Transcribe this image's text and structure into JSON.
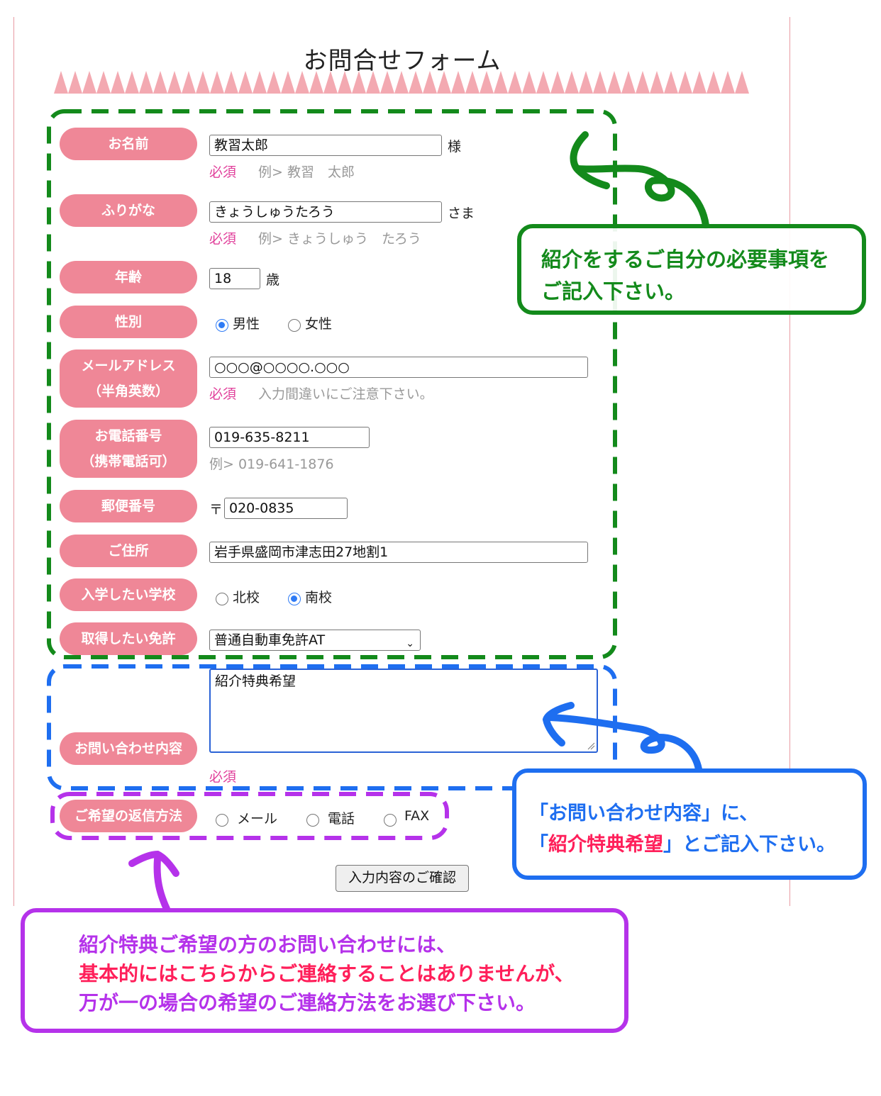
{
  "title": "お問合せフォーム",
  "fields": {
    "name": {
      "label": "お名前",
      "value": "教習太郎",
      "suffix": "様",
      "required": "必須",
      "example": "例> 教習　太郎"
    },
    "kana": {
      "label": "ふりがな",
      "value": "きょうしゅうたろう",
      "suffix": "さま",
      "required": "必須",
      "example": "例> きょうしゅう　たろう"
    },
    "age": {
      "label": "年齢",
      "value": "18",
      "suffix": "歳"
    },
    "gender": {
      "label": "性別",
      "options": [
        "男性",
        "女性"
      ],
      "selected": "男性"
    },
    "email": {
      "label_line1": "メールアドレス",
      "label_line2": "（半角英数）",
      "value": "○○○@○○○○.○○○",
      "required": "必須",
      "note": "入力間違いにご注意下さい。"
    },
    "phone": {
      "label_line1": "お電話番号",
      "label_line2": "（携帯電話可）",
      "value": "019-635-8211",
      "example": "例> 019-641-1876"
    },
    "postal": {
      "label": "郵便番号",
      "prefix": "〒",
      "value": "020-0835"
    },
    "address": {
      "label": "ご住所",
      "value": "岩手県盛岡市津志田27地割1"
    },
    "school": {
      "label": "入学したい学校",
      "options": [
        "北校",
        "南校"
      ],
      "selected": "南校"
    },
    "license": {
      "label": "取得したい免許",
      "value": "普通自動車免許AT"
    },
    "inquiry": {
      "label": "お問い合わせ内容",
      "value": "紹介特典希望",
      "required": "必須"
    },
    "reply": {
      "label": "ご希望の返信方法",
      "options": [
        "メール",
        "電話",
        "FAX"
      ],
      "selected": ""
    }
  },
  "confirm_button": "入力内容のご確認",
  "callouts": {
    "green": {
      "line1": "紹介をするご自分の必要事項を",
      "line2": "ご記入下さい。"
    },
    "blue": {
      "line1": "「お問い合わせ内容」に、",
      "line2_a": "「",
      "line2_b": "紹介特典希望",
      "line2_c": "」とご記入下さい。"
    },
    "purple": {
      "line1": "紹介特典ご希望の方のお問い合わせには、",
      "line2": "基本的にはこちらからご連絡することはありませんが、",
      "line3": "万が一の場合の希望のご連絡方法をお選び下さい。"
    }
  },
  "colors": {
    "label_bg": "#ef8797",
    "required": "#e1409b",
    "green": "#138a1b",
    "blue": "#1e6ef0",
    "purple": "#b532ea",
    "red_text": "#ff1f5a"
  }
}
